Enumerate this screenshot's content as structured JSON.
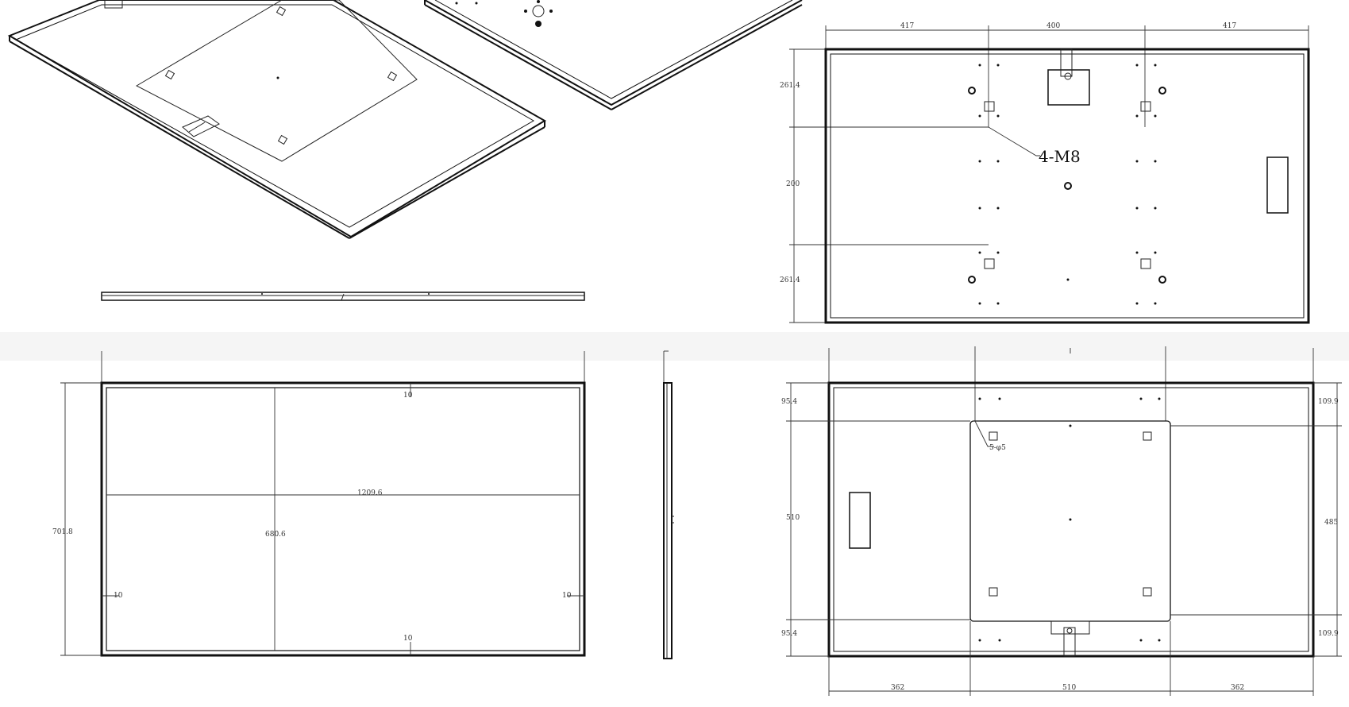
{
  "drawing": {
    "colors": {
      "line": "#111111",
      "background": "#ffffff",
      "dimension": "#333333",
      "band": "#f5f5f5"
    },
    "rear_view_top": {
      "dims_top": [
        "417",
        "400",
        "417"
      ],
      "dims_left": [
        "261.4",
        "200",
        "261.4"
      ],
      "callout": "4-M8"
    },
    "front_view": {
      "width_dim": "1209.6",
      "height_dim": "680.6",
      "overall_height_dim": "701.8",
      "border_top": "10",
      "border_bottom": "10",
      "border_left": "10",
      "border_right": "10"
    },
    "rear_view_bottom": {
      "dims_left": [
        "95.4",
        "510",
        "95.4"
      ],
      "dims_right": [
        "109.9",
        "485",
        "109.9"
      ],
      "dims_bottom": [
        "362",
        "510",
        "362"
      ],
      "hole_callout": "5-φ5"
    }
  }
}
